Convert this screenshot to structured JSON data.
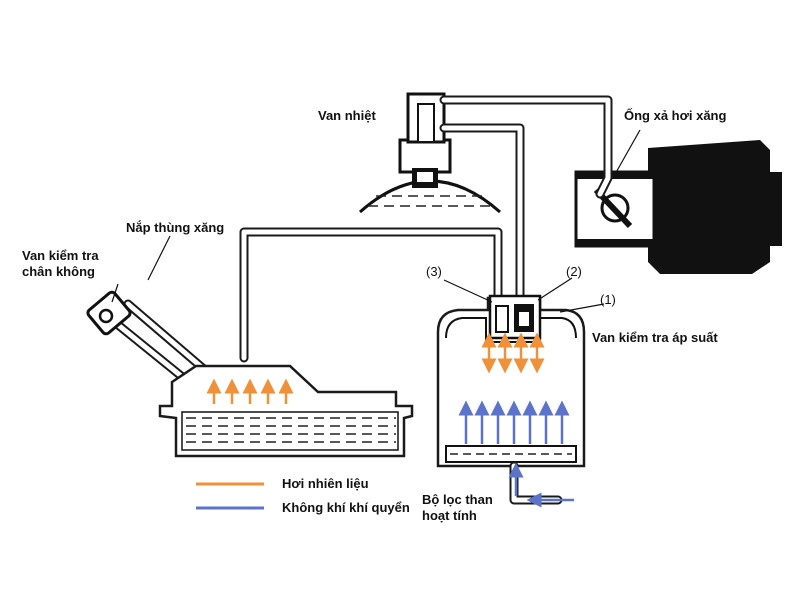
{
  "labels": {
    "thermal_valve": "Van nhiệt",
    "vapor_exhaust_pipe": "Ống xả hơi xăng",
    "fuel_cap": "Nắp thùng xăng",
    "vacuum_check_valve": "Van kiểm tra\nchân không",
    "pressure_check_valve": "Van kiểm tra áp suất",
    "callout_1": "(1)",
    "callout_2": "(2)",
    "callout_3": "(3)",
    "canister": "Bộ lọc than\nhoạt tính"
  },
  "legend": {
    "items": [
      {
        "label": "Hơi nhiên liệu",
        "color": "#f0913a"
      },
      {
        "label": "Không khí khí quyển",
        "color": "#5b73c8"
      }
    ]
  },
  "colors": {
    "fuel_vapor": "#f0913a",
    "atmospheric_air": "#5b73c8",
    "outline": "#1a1a1a"
  }
}
